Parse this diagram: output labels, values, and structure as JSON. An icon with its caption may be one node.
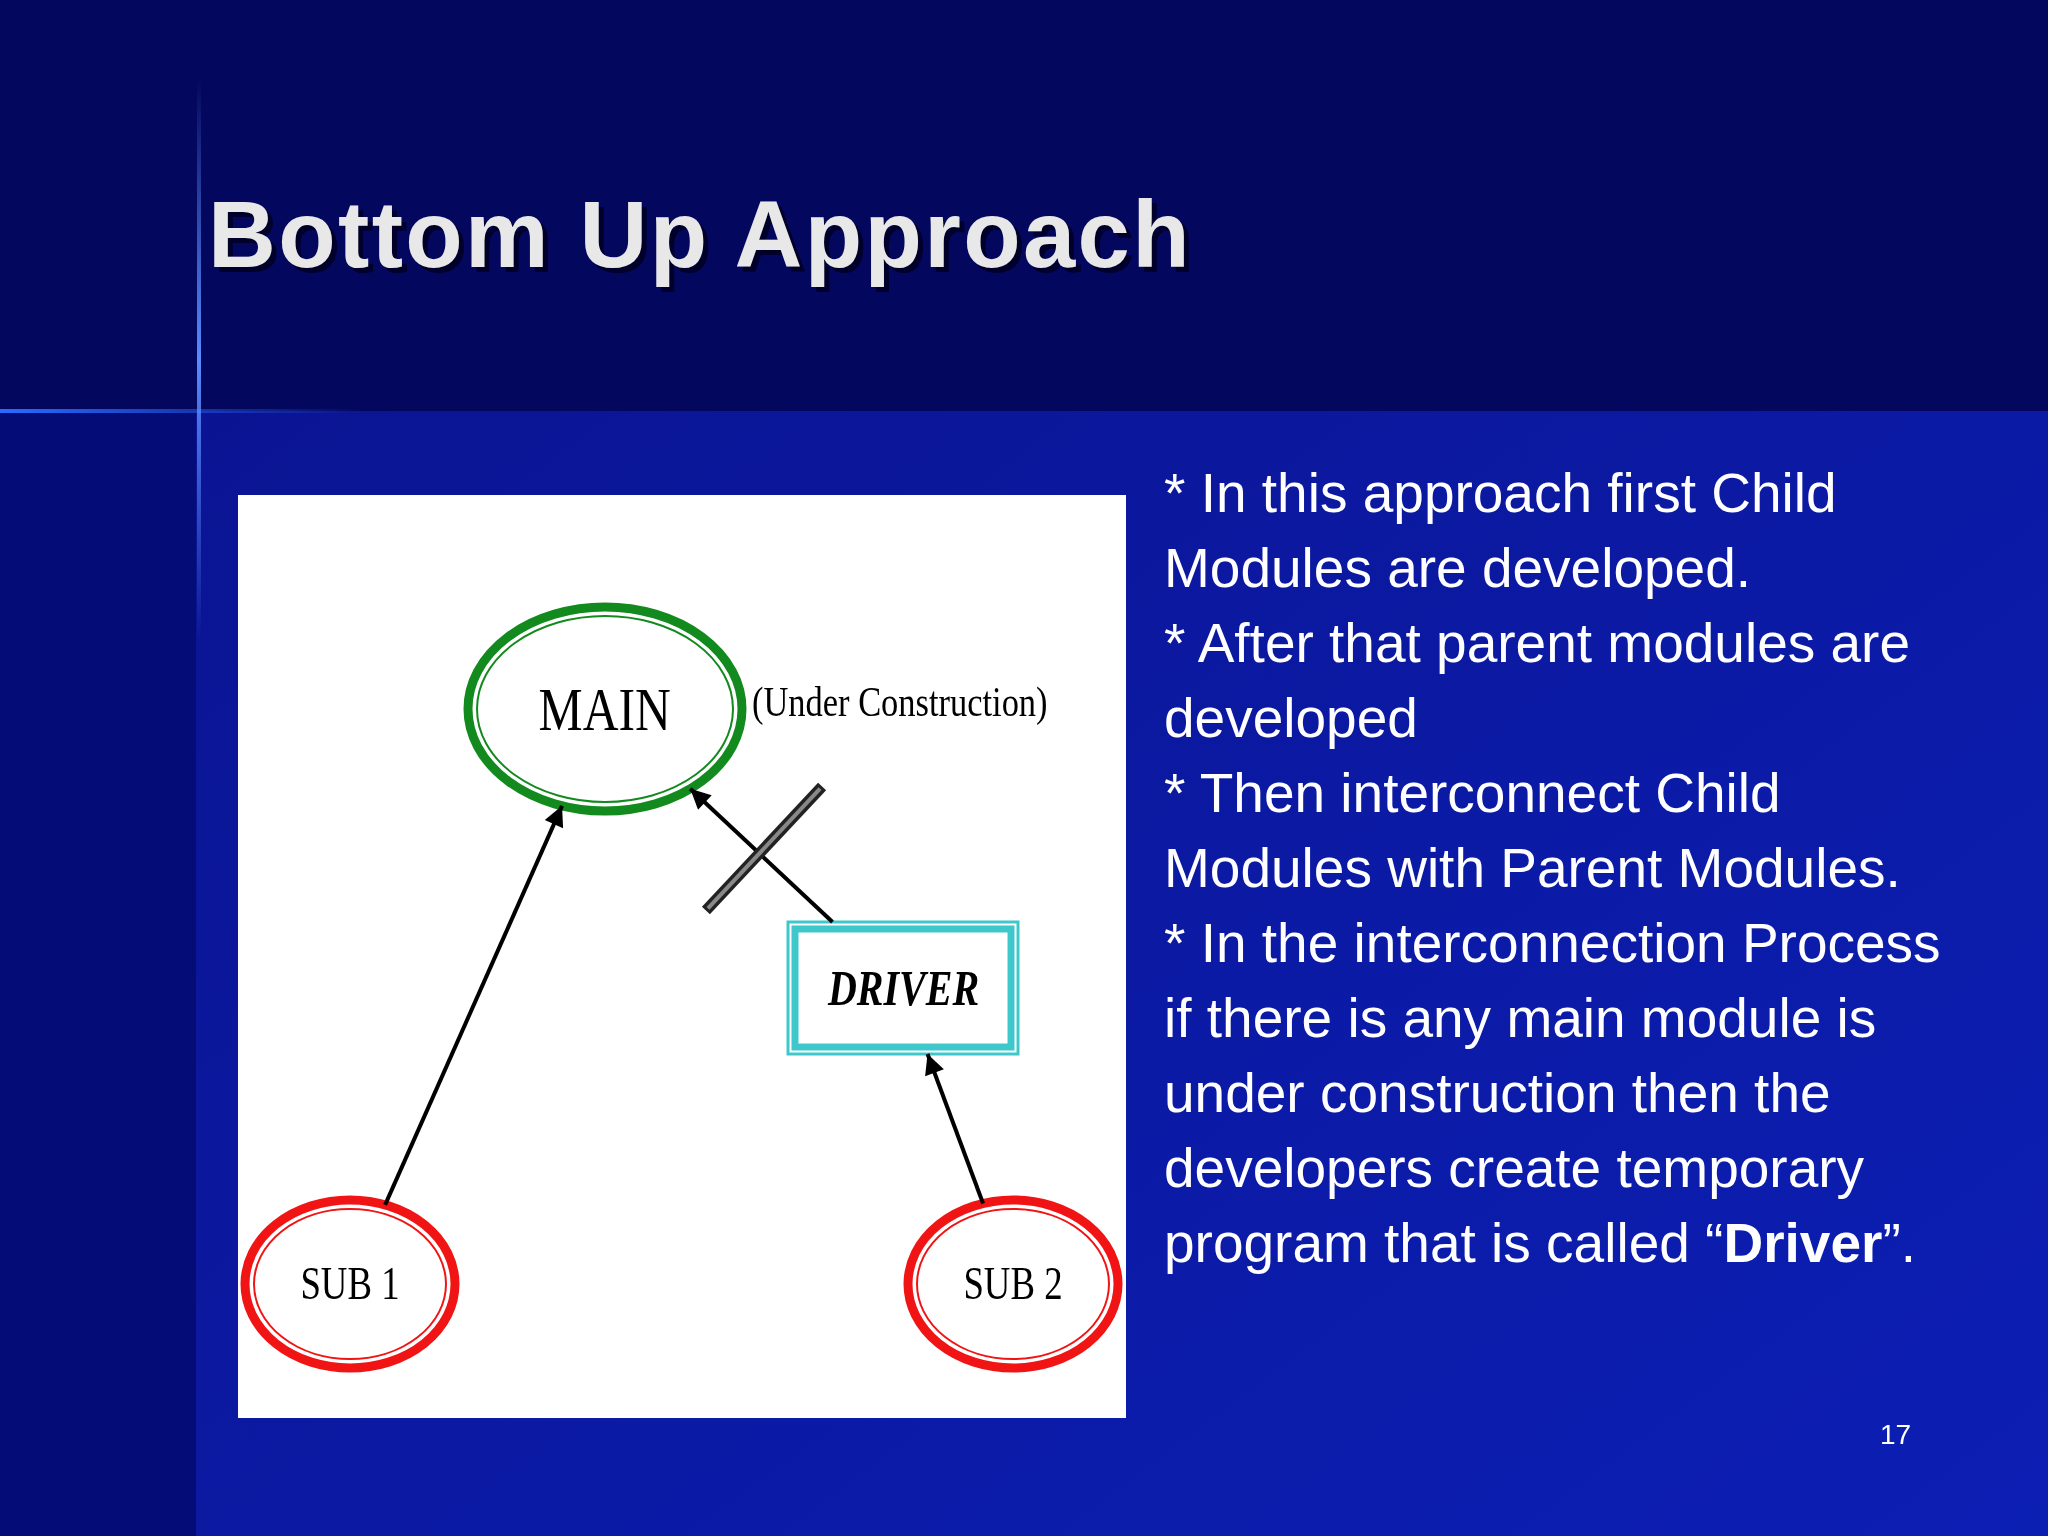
{
  "diagram": {
    "title": "Bottom Up Approach",
    "nodes": [
      {
        "text": [
          "MAIN"
        ],
        "beside": [
          "(Under Construction)"
        ]
      },
      {
        "text": [
          "DRIVER"
        ]
      },
      {
        "text": [
          "SUB 1"
        ]
      },
      {
        "text": [
          "SUB 2"
        ]
      }
    ],
    "edges": [
      {
        "from": 2,
        "to": 0,
        "arrow": "to"
      },
      {
        "from": 3,
        "to": 1,
        "arrow": "to"
      },
      {
        "from": 1,
        "to": 0,
        "arrow": "to"
      }
    ],
    "labels": [
      "* In this approach first Child Modules are developed.",
      "* After that parent modules are developed",
      "* Then interconnect Child Modules with Parent Modules.",
      "* In the interconnection Process if there is any main module is under construction then the developers create temporary program that is called “**Driver**”.",
      "17"
    ]
  }
}
